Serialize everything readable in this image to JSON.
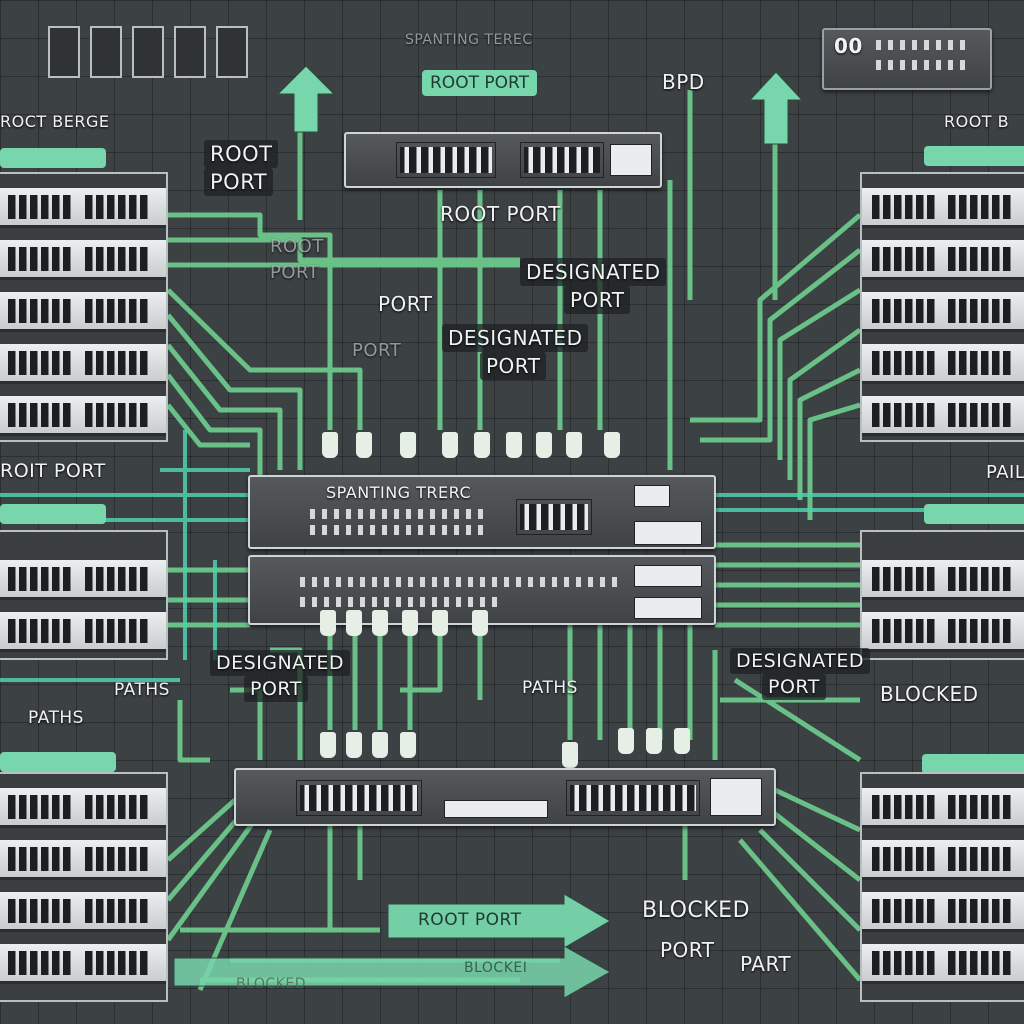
{
  "labels": {
    "header_faint": "SPANTING TEREC",
    "root_port_top_tag": "ROOT PORT",
    "bpd": "BPD",
    "root_bridge_left": "ROCT BERGE",
    "root_bridge_right": "ROOT B",
    "root_port_left_1": "ROOT",
    "root_port_left_2": "PORT",
    "root_port_center": "ROOT PORT",
    "faint_root": "ROOT",
    "faint_port": "PORT",
    "port_mid": "PORT",
    "port_faint_2": "PORT",
    "designated_top_1": "DESIGNATED",
    "designated_top_2": "PORT",
    "designated_mid_1": "DESIGNATED",
    "designated_mid_2": "PORT",
    "root_port_left_mid": "ROIT PORT",
    "pail": "PAIL",
    "spanning_tree_title": "SPANTING TRERC",
    "designated_left_1": "DESIGNATED",
    "designated_left_2": "PORT",
    "paths_left": "PATHS",
    "paths_far_left": "PATHS",
    "paths_center": "PATHS",
    "designated_right_1": "DESIGNATED",
    "designated_right_2": "PORT",
    "blocked_right": "BLOCKED",
    "blocked_bottom": "BLOCKED",
    "port_bottom": "PORT",
    "part_bottom": "PART",
    "arrow_root_port": "ROOT PORT",
    "arrow_blocked_faint": "BLOCKEI",
    "blocked_faint_left": "BLOCKED",
    "top_right_digits": "00"
  },
  "colors": {
    "wire_green": "#6fcf8f",
    "wire_teal": "#4fd1b0",
    "tag_fill": "#78d6ac",
    "background": "#3c4144"
  }
}
